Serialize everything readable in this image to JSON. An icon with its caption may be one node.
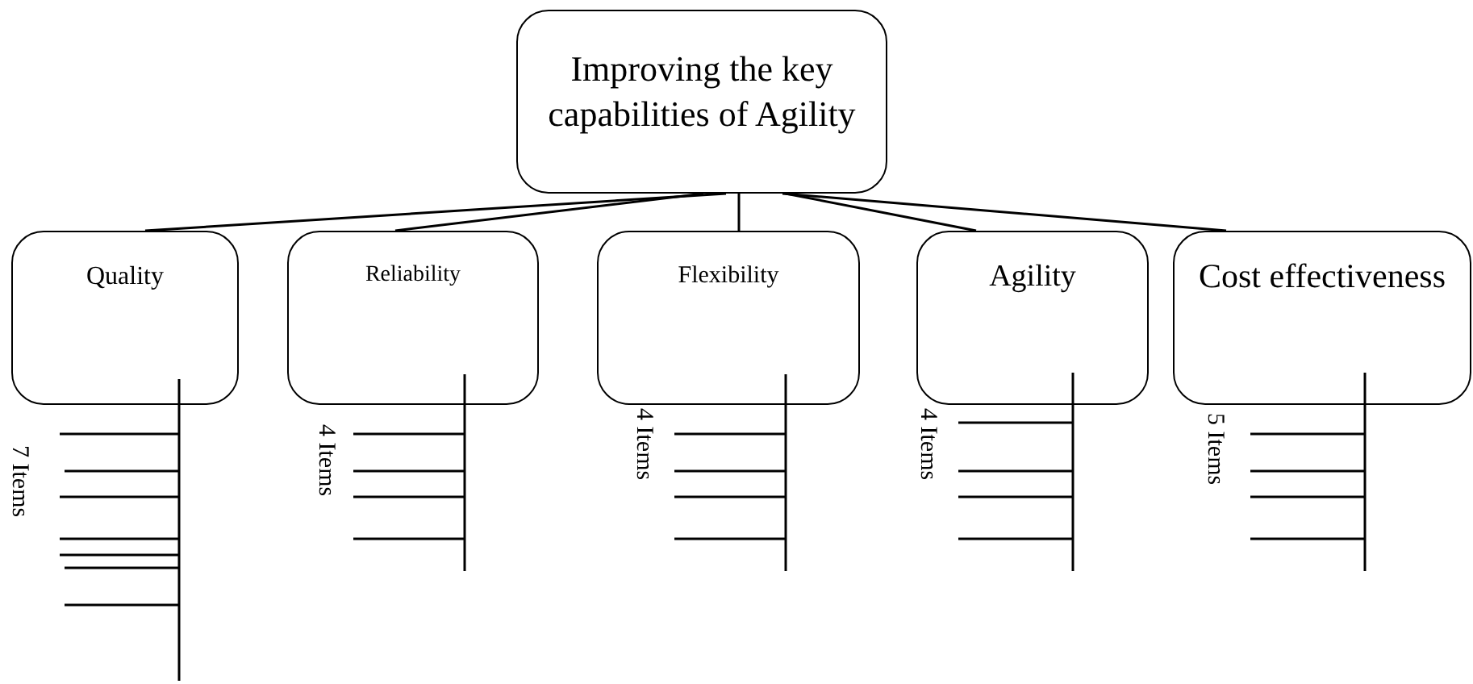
{
  "diagram": {
    "nodes": [
      {
        "text": [
          "Improving the key capabilities of Agility"
        ]
      },
      {
        "text": [
          "Quality"
        ],
        "beside": [
          "7 Items"
        ]
      },
      {
        "text": [
          "Reliability"
        ],
        "beside": [
          "4 Items"
        ]
      },
      {
        "text": [
          "Flexibility"
        ],
        "beside": [
          "4 Items"
        ]
      },
      {
        "text": [
          "Agility"
        ],
        "beside": [
          "4 Items"
        ]
      },
      {
        "text": [
          "Cost effectiveness"
        ],
        "beside": [
          "5 Items"
        ]
      }
    ],
    "edges": [
      {
        "from": 0,
        "to": 1,
        "arrow": "none"
      },
      {
        "from": 0,
        "to": 2,
        "arrow": "none"
      },
      {
        "from": 0,
        "to": 3,
        "arrow": "none"
      },
      {
        "from": 0,
        "to": 4,
        "arrow": "none"
      },
      {
        "from": 0,
        "to": 5,
        "arrow": "none"
      }
    ]
  }
}
